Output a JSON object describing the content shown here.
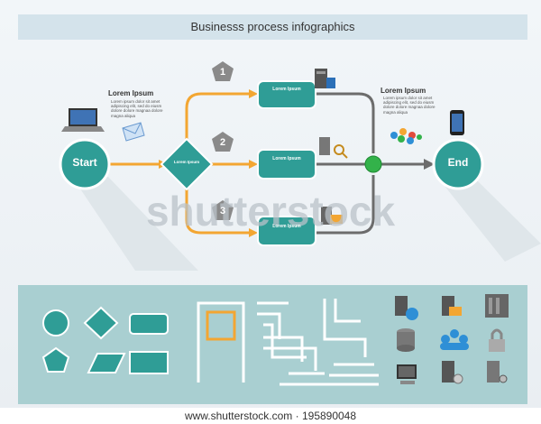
{
  "title": "Businesss process infographics",
  "nodes": {
    "start": "Start",
    "end": "End"
  },
  "steps": [
    "1",
    "2",
    "3"
  ],
  "text_blocks": {
    "left_heading": "Lorem Ipsum",
    "left_body": "Lorem ipsum dolor sit amet adipiscing elit, sed do eiusm dolore dolore magnaa dolore magna aliqua",
    "right_heading": "Lorem Ipsum",
    "right_body": "Lorem ipsum dolor sit amet adipiscing elit, sed do eiusm dolore dolore magnaa dolore magna aliqua"
  },
  "box_text": "Lorem Ipsum",
  "watermark": "shutterstock",
  "footer_url": "www.shutterstock.com · 195890048",
  "colors": {
    "teal": "#2f9d96",
    "orange": "#f3a632",
    "gray_line": "#6c6c6c",
    "green_dot": "#33b24a",
    "panel": "#a9cfd1"
  },
  "icons": [
    "laptop-icon",
    "email-icon",
    "server-icon",
    "server-search-icon",
    "server-folder-icon",
    "network-puzzle-icon",
    "smartphone-icon",
    "server-globe-icon",
    "server-mail-icon",
    "server-rack-icon",
    "database-icon",
    "users-icon",
    "lock-icon",
    "desktop-icon",
    "server-settings-icon",
    "server-key-icon"
  ]
}
